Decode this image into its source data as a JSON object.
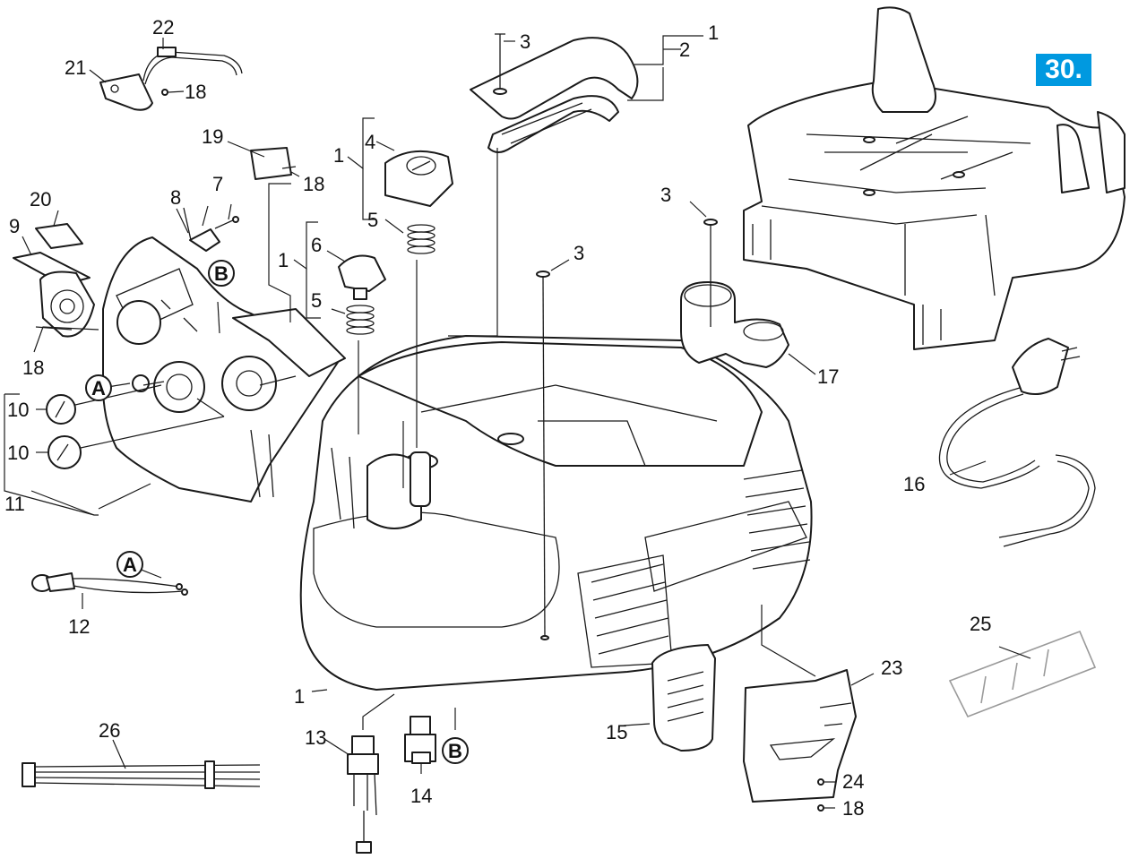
{
  "page_tag": {
    "text": "30.",
    "color": "#0099e0"
  },
  "callouts": {
    "c1a": "1",
    "c2": "2",
    "c3a": "3",
    "c22": "22",
    "c21": "21",
    "c18a": "18",
    "c19": "19",
    "c18b": "18",
    "c1b": "1",
    "c4": "4",
    "c5a": "5",
    "c7": "7",
    "c8": "8",
    "c20": "20",
    "c9": "9",
    "c1c": "1",
    "c6": "6",
    "c5b": "5",
    "c18c": "18",
    "c10a": "10",
    "c10b": "10",
    "c11": "11",
    "c3b": "3",
    "c3c": "3",
    "c17": "17",
    "c16": "16",
    "c12": "12",
    "c25": "25",
    "c1d": "1",
    "c26": "26",
    "c13": "13",
    "c14": "14",
    "c15": "15",
    "c23": "23",
    "c24": "24",
    "c18d": "18"
  },
  "circle_labels": {
    "a1": "A",
    "a2": "A",
    "b1": "B",
    "b2": "B"
  }
}
